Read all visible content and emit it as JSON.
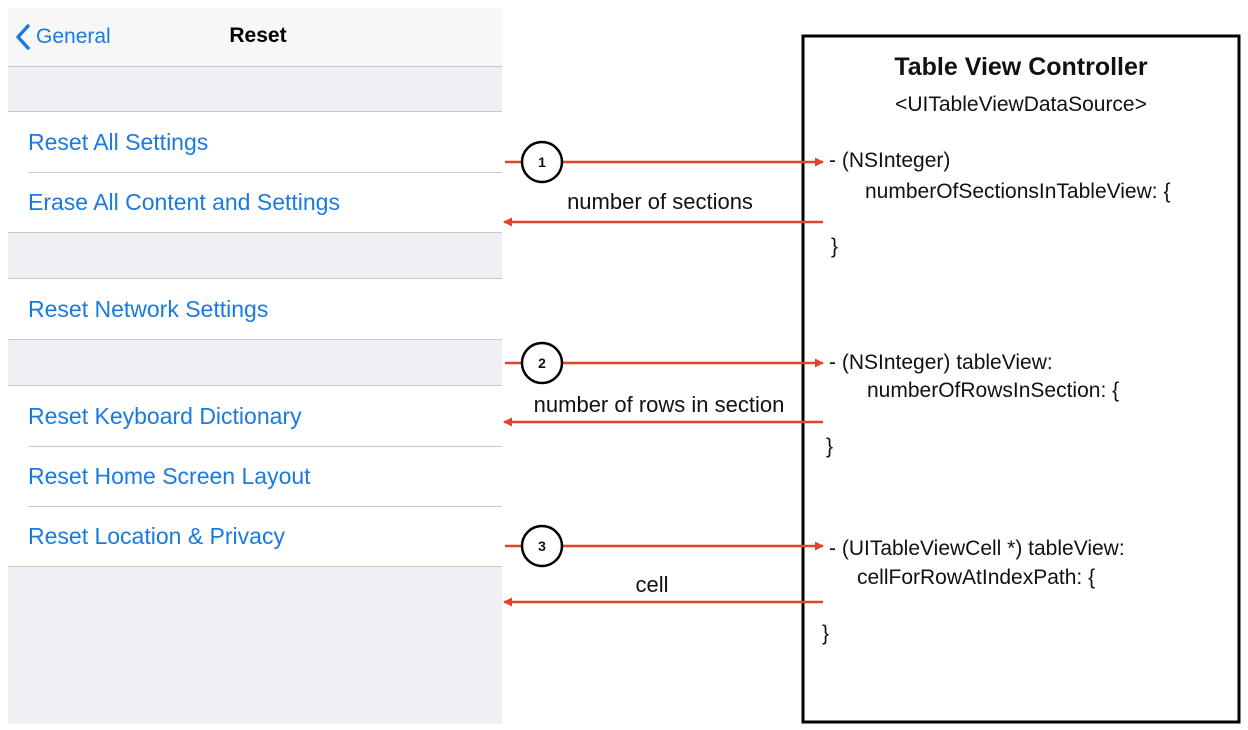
{
  "navbar": {
    "back_label": "General",
    "title": "Reset"
  },
  "groups": [
    {
      "items": [
        "Reset All Settings",
        "Erase All Content and Settings"
      ]
    },
    {
      "items": [
        "Reset Network Settings"
      ]
    },
    {
      "items": [
        "Reset Keyboard Dictionary",
        "Reset Home Screen Layout",
        "Reset Location & Privacy"
      ]
    }
  ],
  "controller": {
    "title": "Table View Controller",
    "protocol": "<UITableViewDataSource>",
    "methods": [
      {
        "signature": "- (NSInteger)",
        "selector": "numberOfSectionsInTableView: {",
        "close": "}"
      },
      {
        "signature": "- (NSInteger) tableView:",
        "selector": "numberOfRowsInSection: {",
        "close": "}"
      },
      {
        "signature": "- (UITableViewCell *) tableView:",
        "selector": "cellForRowAtIndexPath: {",
        "close": "}"
      }
    ]
  },
  "steps": [
    {
      "number": "1",
      "return_label": "number of sections"
    },
    {
      "number": "2",
      "return_label": "number of rows in section"
    },
    {
      "number": "3",
      "return_label": "cell"
    }
  ],
  "colors": {
    "ios_blue": "#1a7ae0",
    "arrow_red": "#e0442d",
    "group_background": "#efeff4"
  }
}
